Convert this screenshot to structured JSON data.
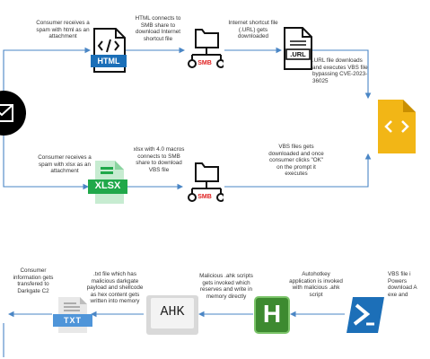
{
  "labels": {
    "html_badge": "HTML",
    "xlsx_badge": "XLSX",
    "smb_top": "SMB",
    "smb_mid": "SMB",
    "url_badge": ".URL",
    "txt_badge": "TXT",
    "ahk_key": "AHK",
    "autohotkey_letter": "H"
  },
  "texts": {
    "consumer_html": "Consumer receives a\nspam with html as an\nattachment",
    "html_connects": "HTML connects to\nSMB share to\ndownload Internet\nshortcut file",
    "internet_shortcut": "Internet shortcut file\n(.URL) gets\ndownloaded",
    "url_downloads": ".URL file downloads\nand executes VBS file\nbypassing CVE-2023-\n36025",
    "consumer_xlsx": "Consumer receives a\nspam with xlsx as an\nattachment",
    "xlsx_macros": "xlsx with 4.0 macros\nconnects to SMB\nshare to download\nVBS file",
    "vbs_downloaded": "VBS files gets\ndownloaded and once\nconsumer clicks \"OK\"\non the prompt it\nexecutes",
    "consumer_info": "Consumer\ninformation gets\ntransfered to\nDarkgate C2",
    "txt_file": ".txt file which has\nmalicious darkgate\npayload and shellcode\nas hex content gets\nwritten into memory",
    "ahk_scripts": "Malicious .ahk scripts\ngets invoked which\nreserves and write in\nmemory directly",
    "autohotkey_app": "Autohotkey\napplication is invoked\nwith malicious .ahk\nscript",
    "vbs_powershell": "VBS file i\nPowers\ndownload A\nexe and"
  },
  "colors": {
    "arrow": "#4a86c5",
    "html_blue": "#1b6fb8",
    "xlsx_green": "#20a84a",
    "smb_red": "#e02020",
    "vbs_yellow": "#f2b616",
    "autohotkey_green": "#3d8a30",
    "powershell_blue": "#1c6fb8",
    "txt_blue": "#4f95d9"
  }
}
